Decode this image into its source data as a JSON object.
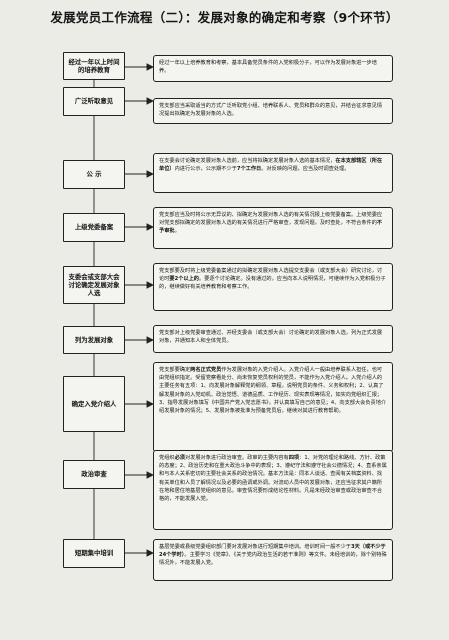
{
  "title": "发展党员工作流程（二）：发展对象的确定和考察（9个环节）",
  "steps": [
    {
      "label": "经过一年以上时间的培养教育",
      "desc": [
        {
          "t": "经过一年以上培养教育和考察，基本具备党员条件的入党积极分子，可以作为发展对象进一步培养。"
        }
      ]
    },
    {
      "label": "广泛听取意见",
      "desc": [
        {
          "t": "党支部应当采取适当的方式广泛听取党小组、培养联系人、党员和群众的意见，并结合征求意见情况提出拟确定为发展对象的人选。"
        }
      ]
    },
    {
      "label": "公 示",
      "desc": [
        {
          "t": "在支委会讨论确定发展对象人选前，应当将拟确定发展对象人选的基本情况，"
        },
        {
          "t": "在本支部辖区（所在单位）",
          "b": true
        },
        {
          "t": "内进行公示，公示期不少于"
        },
        {
          "t": "7个工作日",
          "b": true
        },
        {
          "t": "。对反映的问题，应当及时调查处理。"
        }
      ]
    },
    {
      "label": "上级党委备案",
      "desc": [
        {
          "t": "党支部应当及时将公示无异议的、拟确定为发展对象人选的有关情况报上级党委备案。上级党委应对党支部拟确定的发展对象人选的有关情况进行严格审查，发现问题，及时查处，不符合条件的"
        },
        {
          "t": "不予审批",
          "b": true
        },
        {
          "t": "。"
        }
      ]
    },
    {
      "label": "支委会或支部大会讨论确定发展对象人选",
      "desc": [
        {
          "t": "党支部要及时将上级党委备案通过的拟确定发展对象人选提交支委会（或支部大会）研究讨论，讨论时"
        },
        {
          "t": "要2个以上的",
          "b": true
        },
        {
          "t": "。要逐个讨论确定。没有通过的，应当向本人说明情况，可继续作为入党积极分子的，继续做好有关培养教育和考察工作。"
        }
      ]
    },
    {
      "label": "列为发展对象",
      "desc": [
        {
          "t": "党支部对上级党委审查通过、并经支委会（或支部大会）讨论确定的发展对象人选，列为正式发展对象，并通知本人和全体党员。"
        }
      ]
    },
    {
      "label": "确定入党介绍人",
      "desc": [
        {
          "t": "党支部要确定"
        },
        {
          "t": "两名正式党员",
          "b": true
        },
        {
          "t": "作为发展对象的入党介绍人。入党介绍人一般由培养联系人担任，也可由党组织指定。受留党察看处分、尚未恢复党员权利的党员，不能作为入党介绍人。入党介绍人的主要任务有五项：1、向发展对象解释党的纲领、章程，说明党员的条件、义务和权利；2、认真了解发展对象的入党动机、政治觉悟、道德品质、工作经历、现实表现等情况，如实向党组织汇报；3、指导发展对象填写《中国共产党入党志愿书》，并认真填写自己的意见；4、向支部大会负责地介绍发展对象的情况；5、发展对象被批准为预备党员后，继续对其进行教育帮助。"
        }
      ]
    },
    {
      "label": "政治审查",
      "desc": [
        {
          "t": "党组织"
        },
        {
          "t": "必须",
          "b": true
        },
        {
          "t": "对发展对象进行政治审查。政审的主要内容有"
        },
        {
          "t": "四项",
          "b": true
        },
        {
          "t": "：1、对党的理论和路线、方针、政策的态度；2、政治历史和在重大政治斗争中的表现；3、遵纪守法和遵守社会公德情况；4、直系亲属和与本人关系密切的主要社会关系的政治情况。基本方法是：同本人谈话、查阅有关档案资料、找有关单位和人员了解情况以及必要的函调或外调。对流动人员中的发展对象，还应当征求其户籍所在地和居住地基层党组织的意见。审查情况要形成结论性材料。凡是未经政治审查或政治审查不合格的，不能发展入党。"
        }
      ]
    },
    {
      "label": "短期集中培训",
      "desc": [
        {
          "t": "基层党委或县级党委组织部门要对发展对象进行短期集中培训。培训时间一般不少于"
        },
        {
          "t": "3天（或不少于24个学时）",
          "b": true
        },
        {
          "t": "。主要学习《党章》、《关于党内政治生活的若干准则》等文件。未经培训的，除个别特殊情况外，不能发展入党。"
        }
      ]
    }
  ]
}
